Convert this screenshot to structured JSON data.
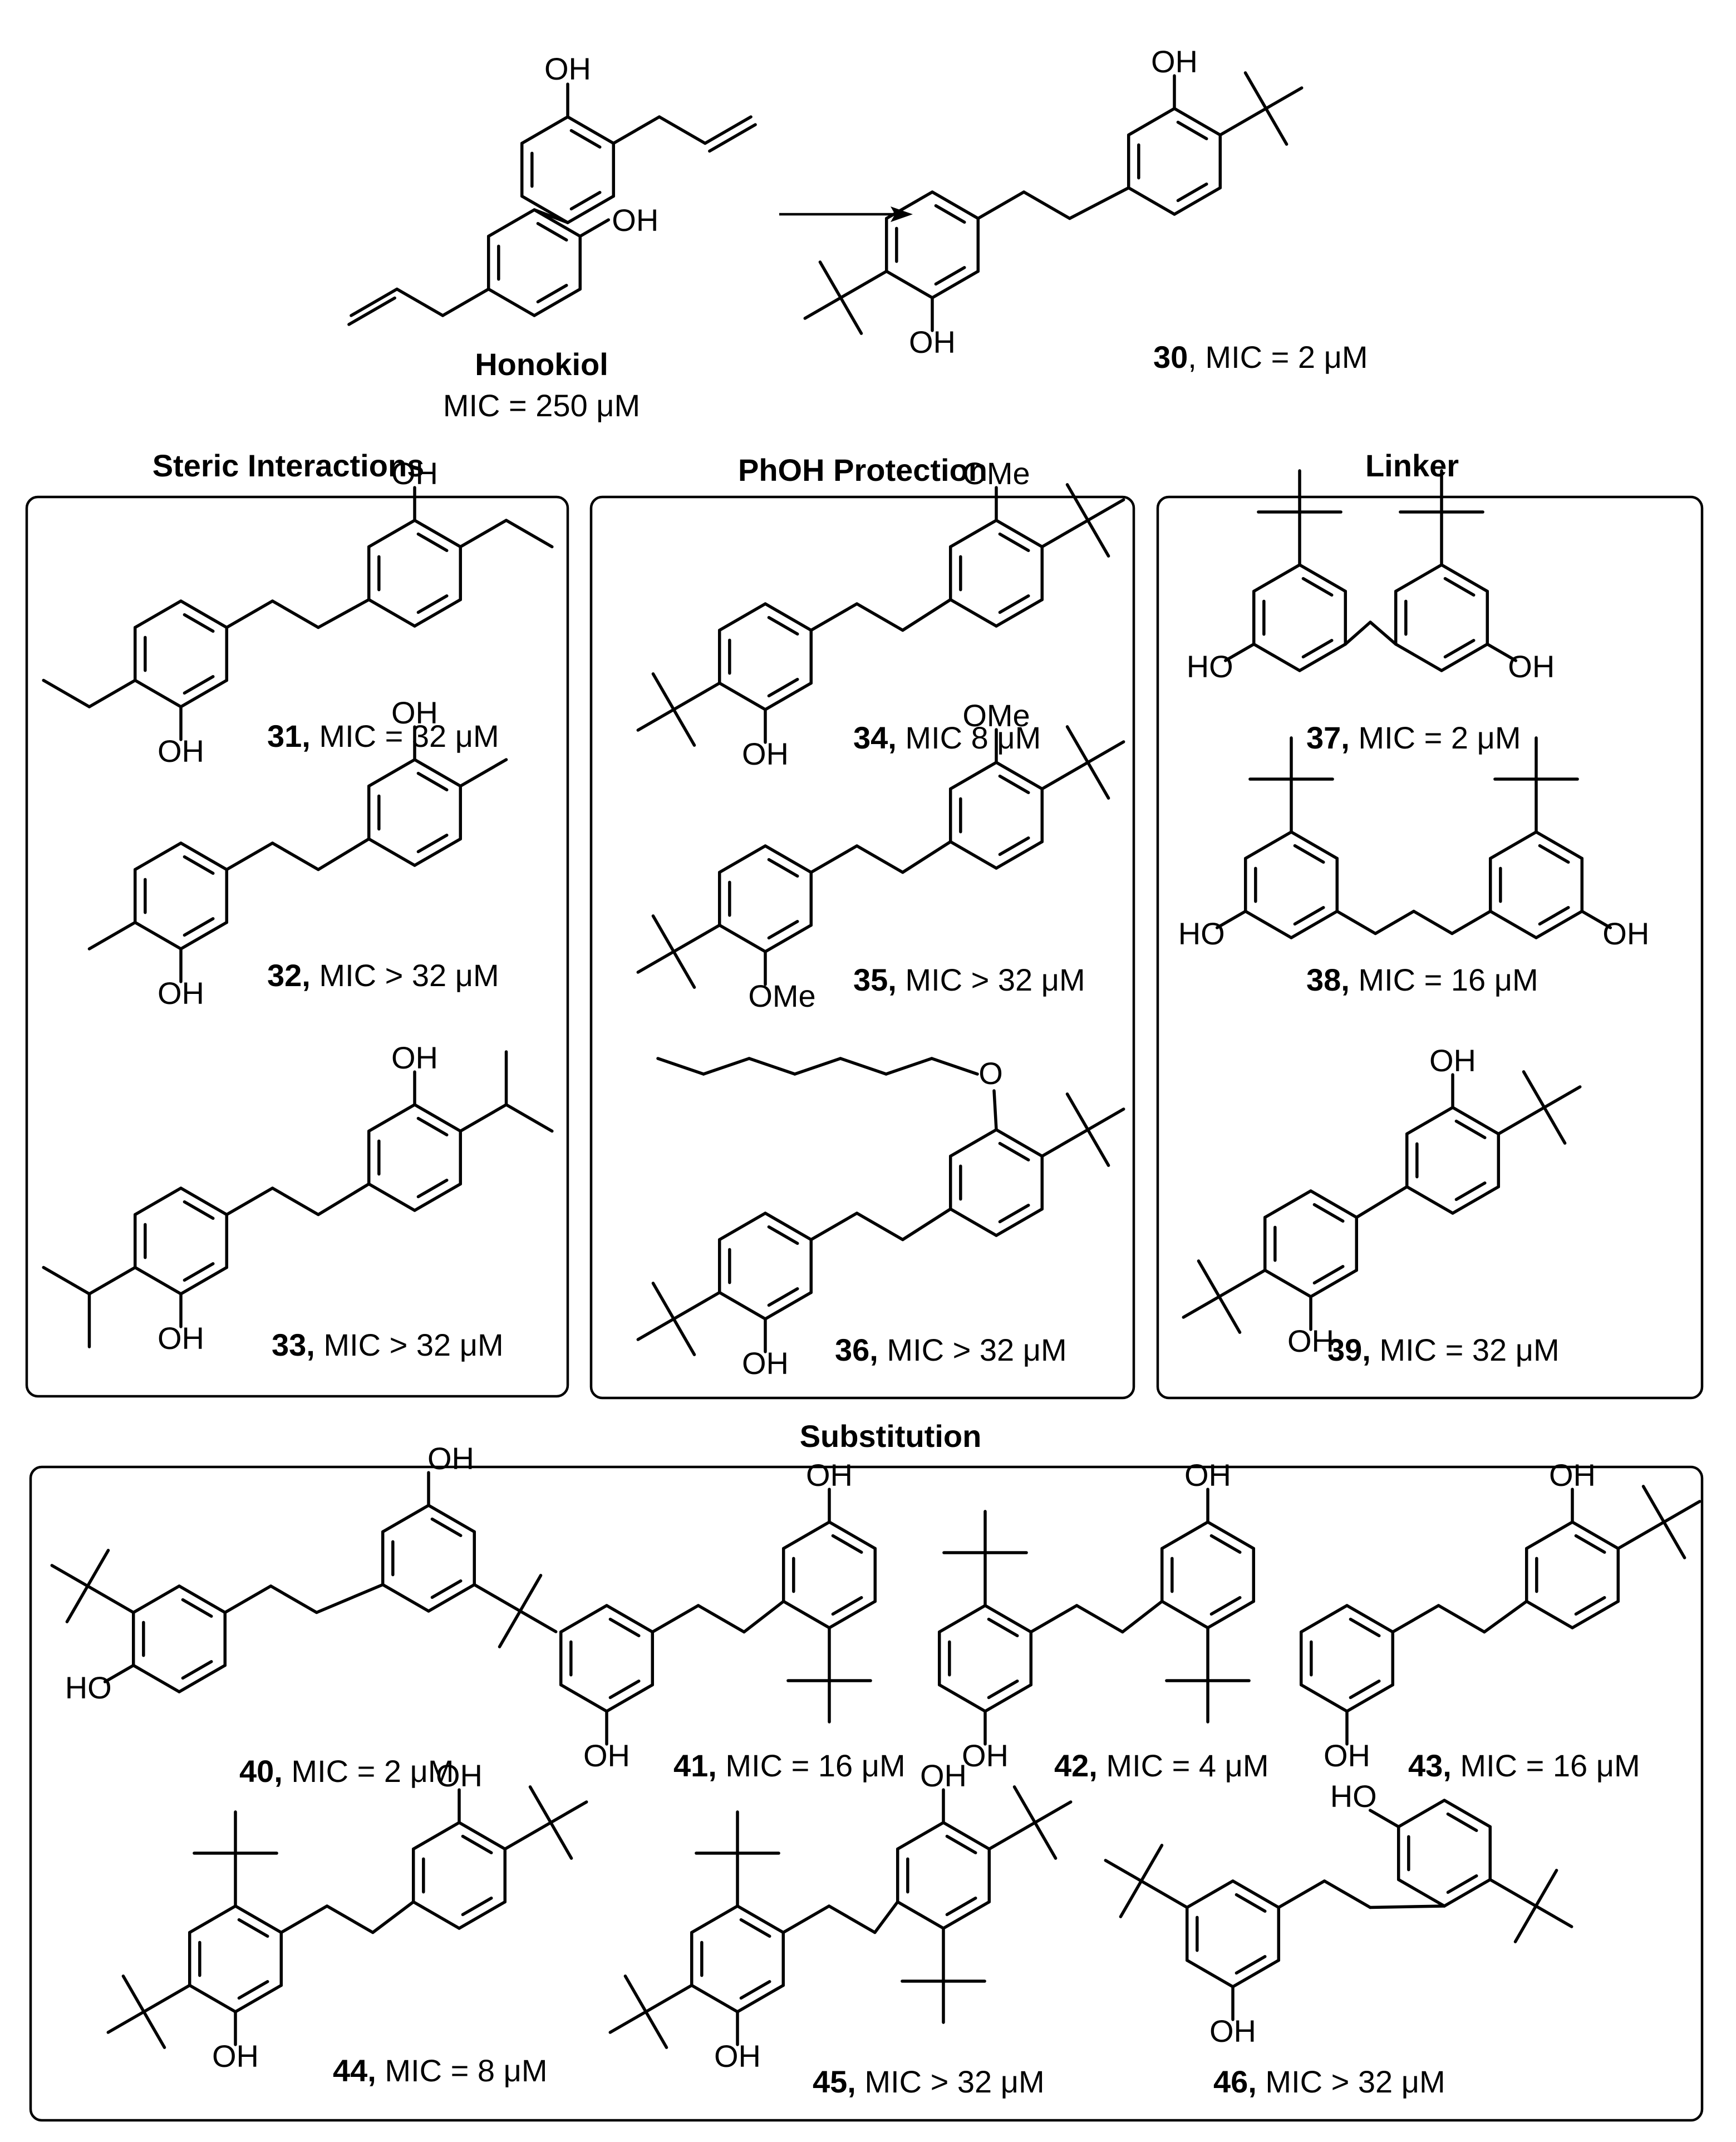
{
  "sections": {
    "steric": "Steric Interactions",
    "phoh": "PhOH Protection",
    "linker": "Linker",
    "substitution": "Substitution"
  },
  "atom_labels": {
    "oh": "OH",
    "ho": "HO",
    "ome": "OMe",
    "o": "O"
  },
  "compounds": {
    "honokiol": {
      "name": "Honokiol",
      "mic": "MIC = 250 μM"
    },
    "c30": {
      "num": "30",
      "mic": ", MIC = 2 μM"
    },
    "c31": {
      "num": "31,",
      "mic": " MIC = 32 μM"
    },
    "c32": {
      "num": "32,",
      "mic": " MIC > 32 μM"
    },
    "c33": {
      "num": "33,",
      "mic": " MIC > 32 μM"
    },
    "c34": {
      "num": "34,",
      "mic": " MIC 8 μM"
    },
    "c35": {
      "num": "35,",
      "mic": " MIC > 32 μM"
    },
    "c36": {
      "num": "36,",
      "mic": " MIC > 32 μM"
    },
    "c37": {
      "num": "37,",
      "mic": " MIC = 2 μM"
    },
    "c38": {
      "num": "38,",
      "mic": " MIC = 16 μM"
    },
    "c39": {
      "num": "39,",
      "mic": " MIC = 32 μM"
    },
    "c40": {
      "num": "40,",
      "mic": " MIC = 2 μM"
    },
    "c41": {
      "num": "41,",
      "mic": " MIC = 16 μM"
    },
    "c42": {
      "num": "42,",
      "mic": " MIC = 4 μM"
    },
    "c43": {
      "num": "43,",
      "mic": " MIC = 16 μM"
    },
    "c44": {
      "num": "44,",
      "mic": " MIC = 8 μM"
    },
    "c45": {
      "num": "45,",
      "mic": " MIC > 32 μM"
    },
    "c46": {
      "num": "46,",
      "mic": " MIC > 32 μM"
    }
  }
}
